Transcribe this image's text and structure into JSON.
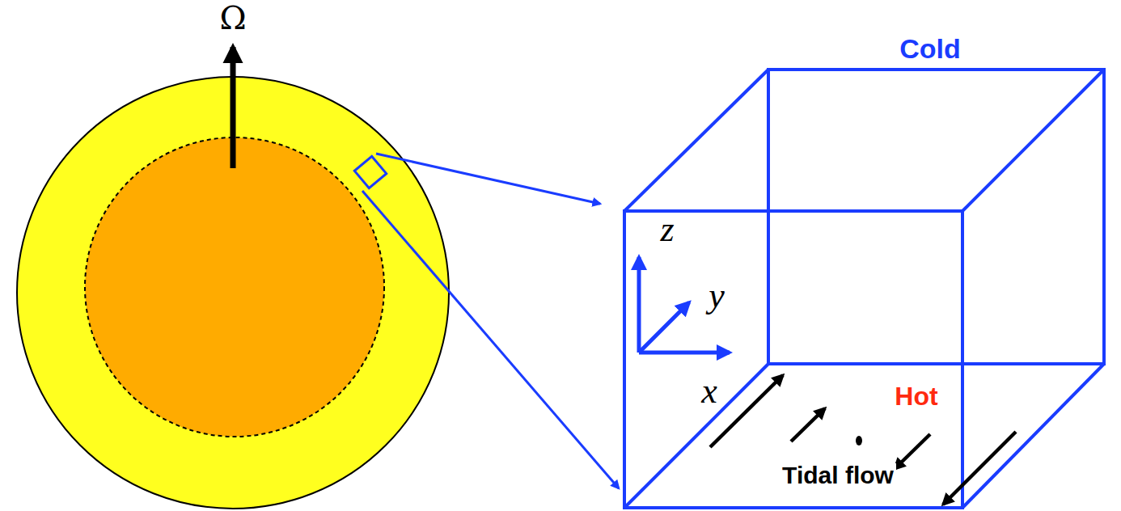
{
  "diagram": {
    "labels": [
      "Ω",
      "Cold",
      "z",
      "y",
      "x",
      "Hot",
      "Tidal flow"
    ]
  }
}
